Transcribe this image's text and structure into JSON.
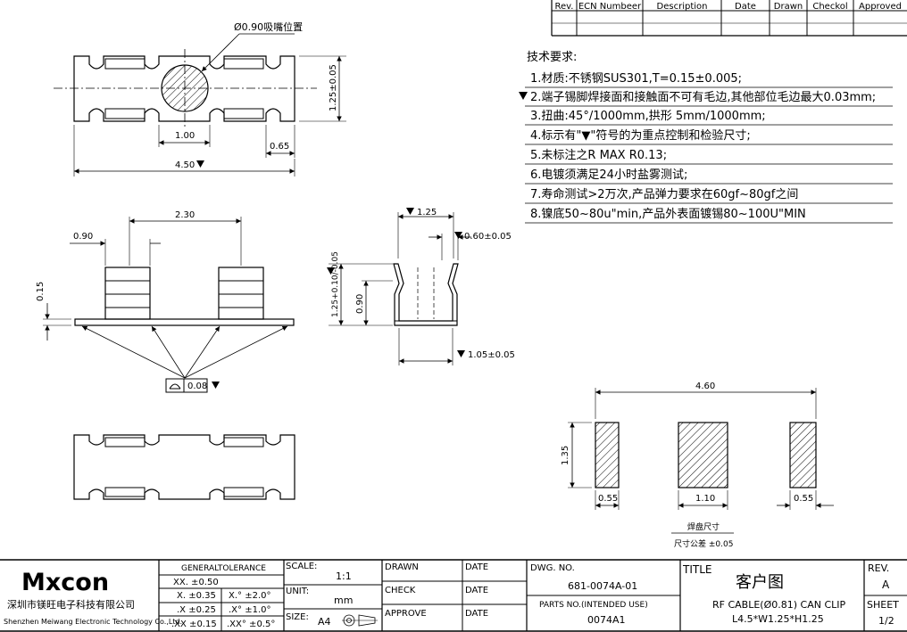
{
  "revision_table": {
    "headers": [
      "Rev.",
      "ECN Numbeer",
      "Description",
      "Date",
      "Drawn",
      "Checkol",
      "Approved"
    ]
  },
  "requirements": {
    "title": "技术要求:",
    "items": [
      "1.材质:不锈钢SUS301,T=0.15±0.005;",
      "2.端子锡脚焊接面和接触面不可有毛边,其他部位毛边最大0.03mm;",
      "3.扭曲:45°/1000mm,拱形 5mm/1000mm;",
      "4.标示有\"▼\"符号的为重点控制和检验尺寸;",
      "5.未标注之R MAX R0.13;",
      "6.电镀须满足24小时盐雾测试;",
      "7.寿命测试>2万次,产品弹力要求在60gf~80gf之间",
      "8.镍底50~80u\"min,产品外表面镀锡80~100U\"MIN"
    ]
  },
  "top_view": {
    "nozzle_label": "Ø0.90吸嘴位置",
    "dim_1_00": "1.00",
    "dim_0_65": "0.65",
    "dim_4_50": "4.50",
    "dim_1_25": "1.25±0.05"
  },
  "side_view": {
    "dim_2_30": "2.30",
    "dim_0_90": "0.90",
    "dim_0_15": "0.15",
    "flatness": "0.08"
  },
  "end_view": {
    "dim_1_25": "1.25",
    "dim_0_60": "0.60±0.05",
    "dim_height": "1.25+0.10/-0.05",
    "dim_0_90": "0.90",
    "dim_1_05": "1.05±0.05"
  },
  "pad_layout": {
    "dim_4_60": "4.60",
    "dim_1_35": "1.35",
    "dim_0_55_left": "0.55",
    "dim_1_10": "1.10",
    "dim_0_55_right": "0.55",
    "caption": "焊盘尺寸",
    "tolerance": "尺寸公差 ±0.05"
  },
  "title_block": {
    "company_logo": "Mxcon",
    "company_cn": "深圳市镁旺电子科技有限公司",
    "company_en": "Shenzhen Meiwang Electronic Technology Co.,Ltd.",
    "general_tolerance": "GENERALTOLERANCE",
    "tol": [
      [
        "XX. ±0.50",
        ""
      ],
      [
        "X. ±0.35",
        "X.° ±2.0°"
      ],
      [
        ".X ±0.25",
        ".X° ±1.0°"
      ],
      [
        ".XX ±0.15",
        ".XX° ±0.5°"
      ]
    ],
    "scale_label": "SCALE:",
    "scale_value": "1:1",
    "unit_label": "UNIT:",
    "unit_value": "mm",
    "size_label": "SIZE:",
    "size_value": "A4",
    "drawn": "DRAWN",
    "check": "CHECK",
    "approve": "APPROVE",
    "date1": "DATE",
    "date2": "DATE",
    "date3": "DATE",
    "dwg_label": "DWG. NO.",
    "dwg_value": "681-0074A-01",
    "parts_label": "PARTS NO.(INTENDED USE)",
    "parts_value": "0074A1",
    "title_label": "TITLE",
    "title_cn": "客户图",
    "title_line1": "RF CABLE(Ø0.81) CAN CLIP",
    "title_line2": "L4.5*W1.25*H1.25",
    "rev_label": "REV.",
    "rev_value": "A",
    "sheet_label": "SHEET",
    "sheet_value": "1/2"
  }
}
